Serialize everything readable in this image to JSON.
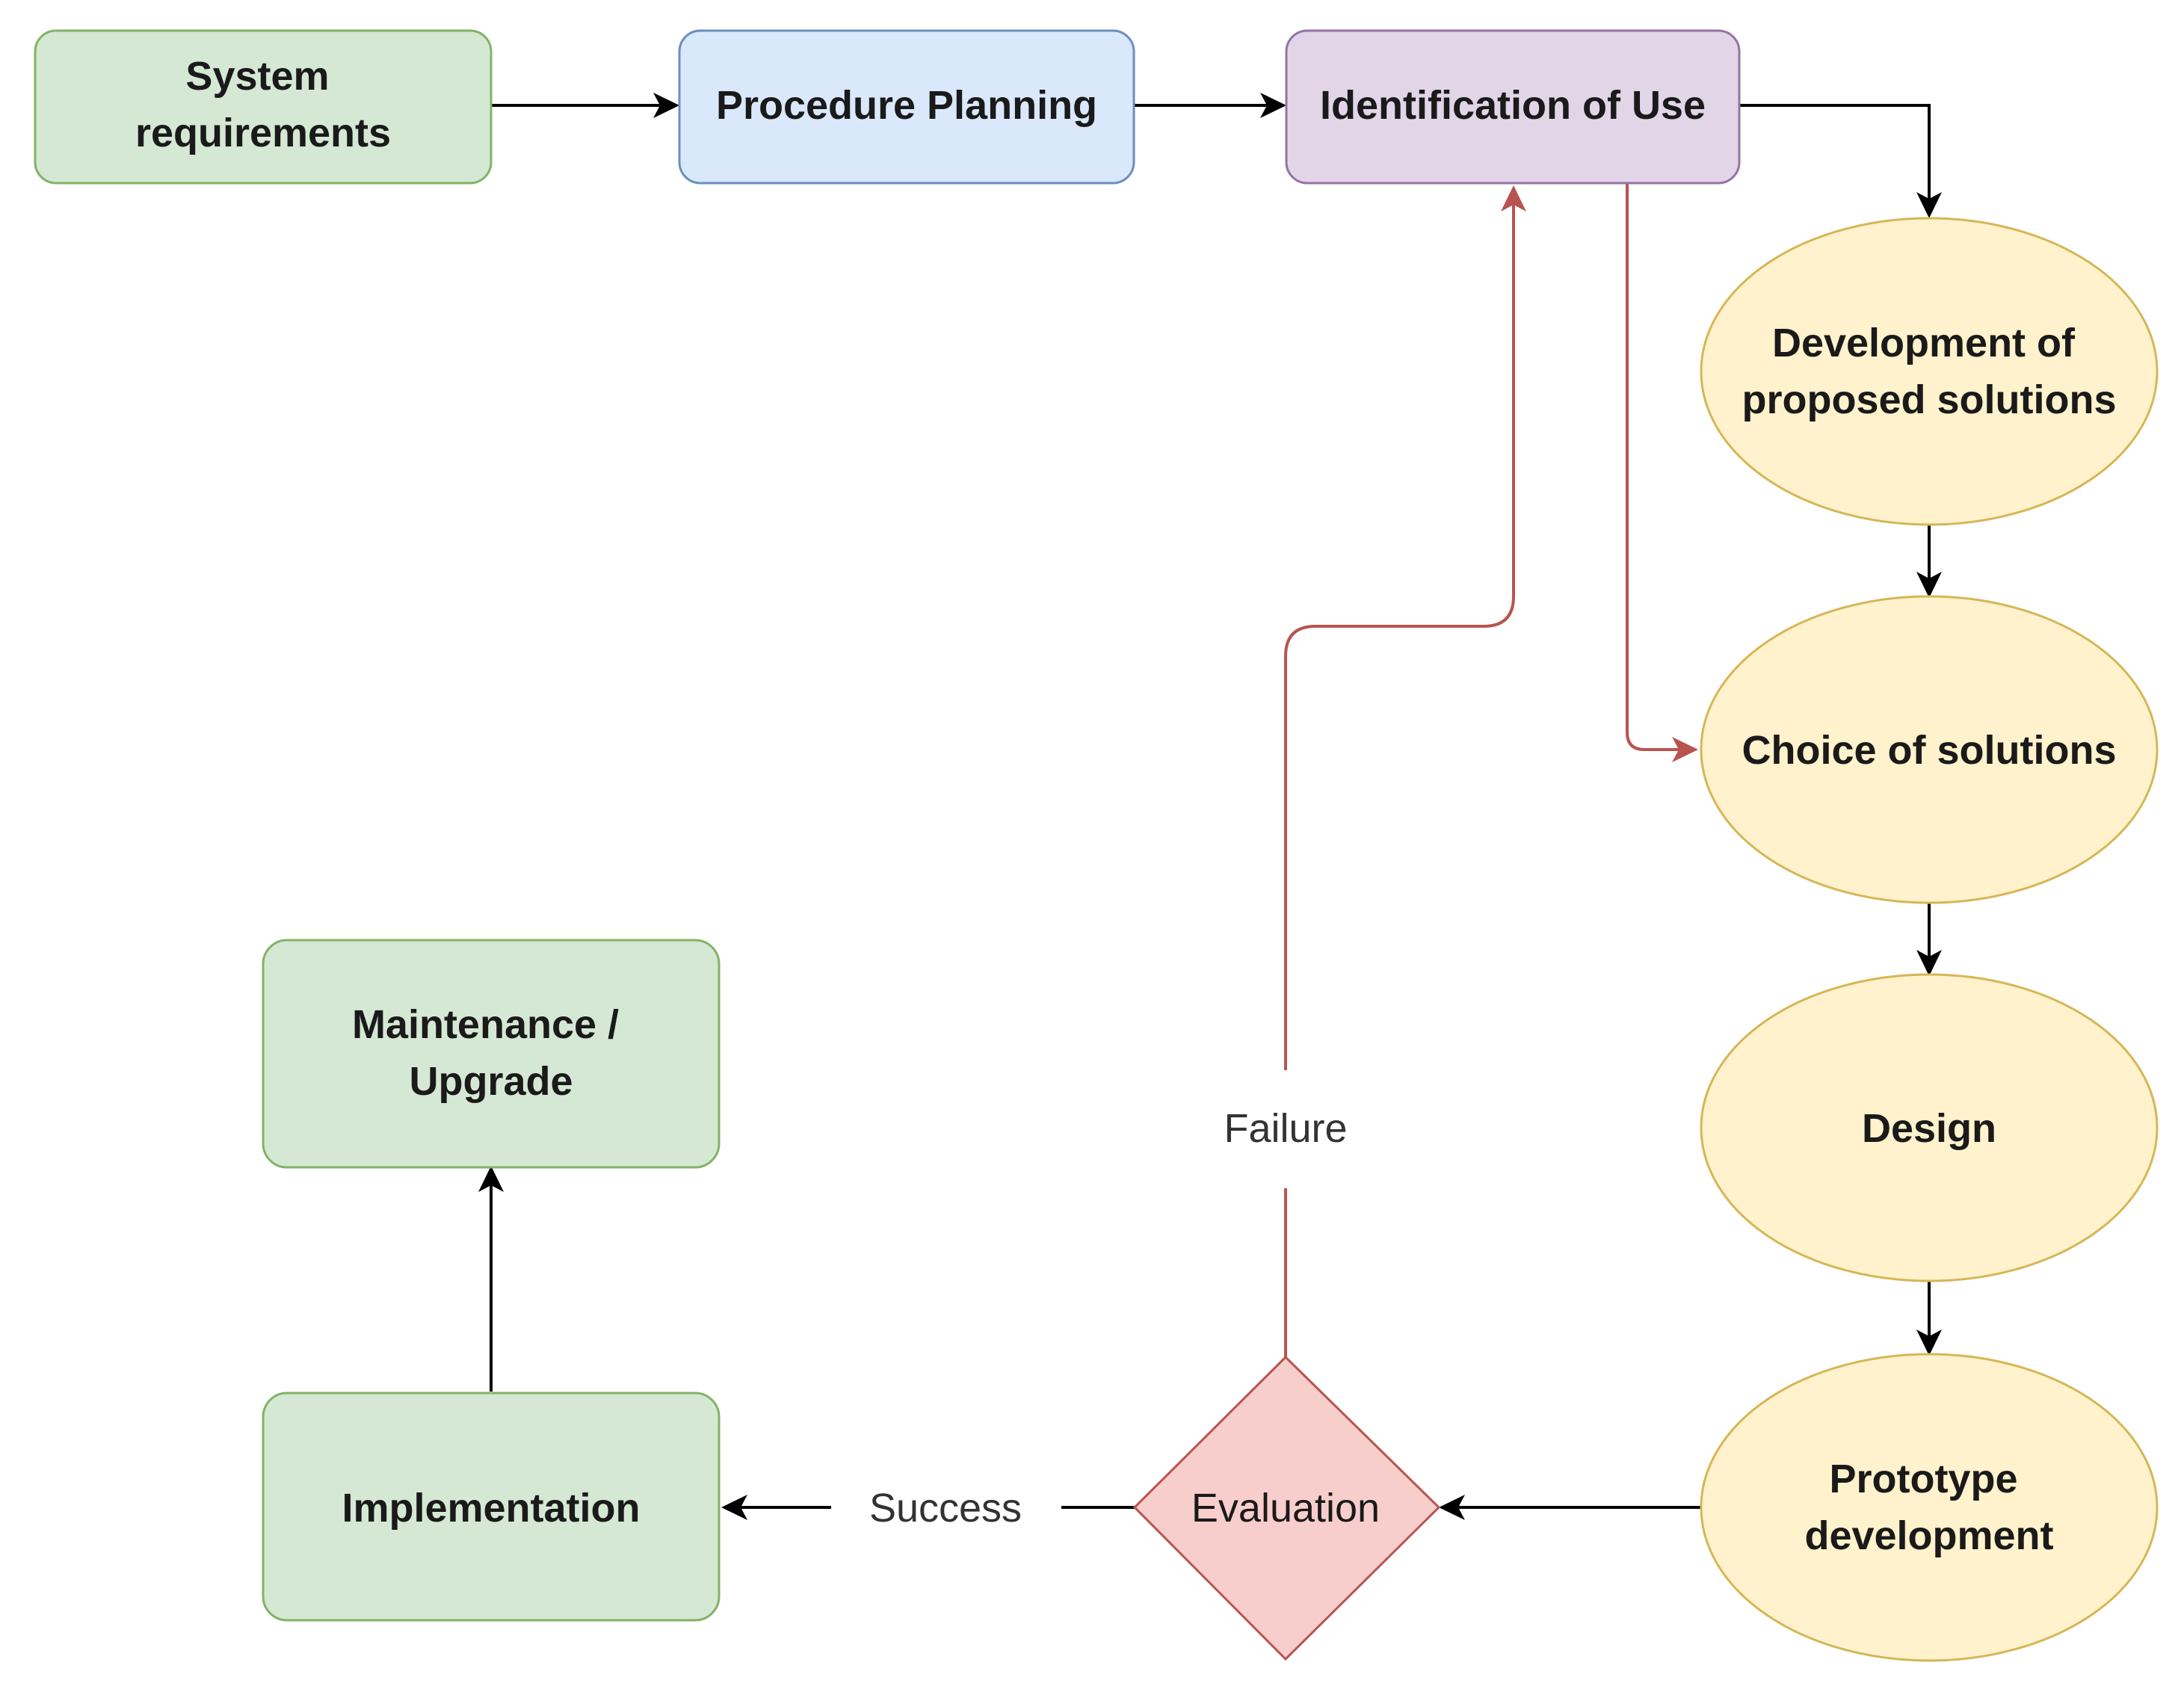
{
  "diagram": {
    "nodes": {
      "system_requirements": {
        "lines": [
          "System",
          "requirements"
        ],
        "fill": "#d5e8d4",
        "stroke": "#82b366"
      },
      "procedure_planning": {
        "lines": [
          "Procedure Planning"
        ],
        "fill": "#dae8fc",
        "stroke": "#6c8ebf"
      },
      "identification_of_use": {
        "lines": [
          "Identification of Use"
        ],
        "fill": "#e1d5e7",
        "stroke": "#9673a6"
      },
      "development_of_proposed_solutions": {
        "lines": [
          "Development of",
          "proposed solutions"
        ],
        "fill": "#fff2cc",
        "stroke": "#d6b656"
      },
      "choice_of_solutions": {
        "lines": [
          "Choice of solutions"
        ],
        "fill": "#fff2cc",
        "stroke": "#d6b656"
      },
      "design": {
        "lines": [
          "Design"
        ],
        "fill": "#fff2cc",
        "stroke": "#d6b656"
      },
      "prototype_development": {
        "lines": [
          "Prototype",
          "development"
        ],
        "fill": "#fff2cc",
        "stroke": "#d6b656"
      },
      "evaluation": {
        "lines": [
          "Evaluation"
        ],
        "fill": "#f8cecc",
        "stroke": "#b85450"
      },
      "implementation": {
        "lines": [
          "Implementation"
        ],
        "fill": "#d5e8d4",
        "stroke": "#82b366"
      },
      "maintenance_upgrade": {
        "lines": [
          "Maintenance /",
          "Upgrade"
        ],
        "fill": "#d5e8d4",
        "stroke": "#82b366"
      }
    },
    "edge_labels": {
      "success": "Success",
      "failure": "Failure"
    },
    "colors": {
      "edge_default": "#000000",
      "edge_feedback": "#b85450"
    }
  }
}
